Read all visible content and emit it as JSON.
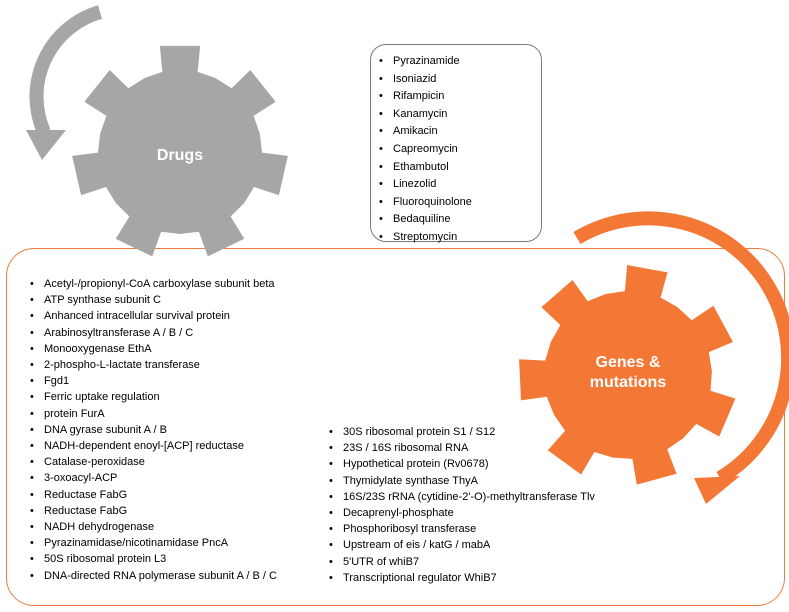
{
  "gears": {
    "drugs": {
      "label": "Drugs",
      "color": "#a6a6a6"
    },
    "genes": {
      "label_line1": "Genes &",
      "label_line2": "mutations",
      "color": "#f37735"
    }
  },
  "drugs": [
    "Pyrazinamide",
    "Isoniazid",
    "Rifampicin",
    "Kanamycin",
    "Amikacin",
    "Capreomycin",
    "Ethambutol",
    "Linezolid",
    "Fluoroquinolone",
    "Bedaquiline",
    "Streptomycin"
  ],
  "genes_left": [
    "Acetyl-/propionyl-CoA carboxylase subunit beta",
    "ATP synthase subunit C",
    "Anhanced intracellular survival protein",
    "Arabinosyltransferase A / B / C",
    "Monooxygenase EthA",
    "2-phospho-L-lactate transferase",
    "Fgd1",
    "Ferric uptake regulation",
    "protein FurA",
    "DNA gyrase subunit A / B",
    "NADH-dependent enoyl-[ACP] reductase",
    "Catalase-peroxidase",
    "3-oxoacyl-ACP",
    "Reductase FabG",
    "Reductase FabG",
    "NADH dehydrogenase",
    "Pyrazinamidase/nicotinamidase PncA",
    "50S ribosomal protein L3",
    "DNA-directed RNA polymerase subunit A / B / C"
  ],
  "genes_right": [
    "30S ribosomal protein S1 / S12",
    " 23S / 16S ribosomal RNA",
    "Hypothetical protein (Rv0678)",
    "Thymidylate synthase ThyA",
    " 16S/23S rRNA (cytidine-2'-O)-methyltransferase Tlv",
    " Decaprenyl-phosphate",
    " Phosphoribosyl transferase",
    "Upstream of eis / katG / mabA",
    "5'UTR of whiB7",
    " Transcriptional regulator WhiB7"
  ]
}
